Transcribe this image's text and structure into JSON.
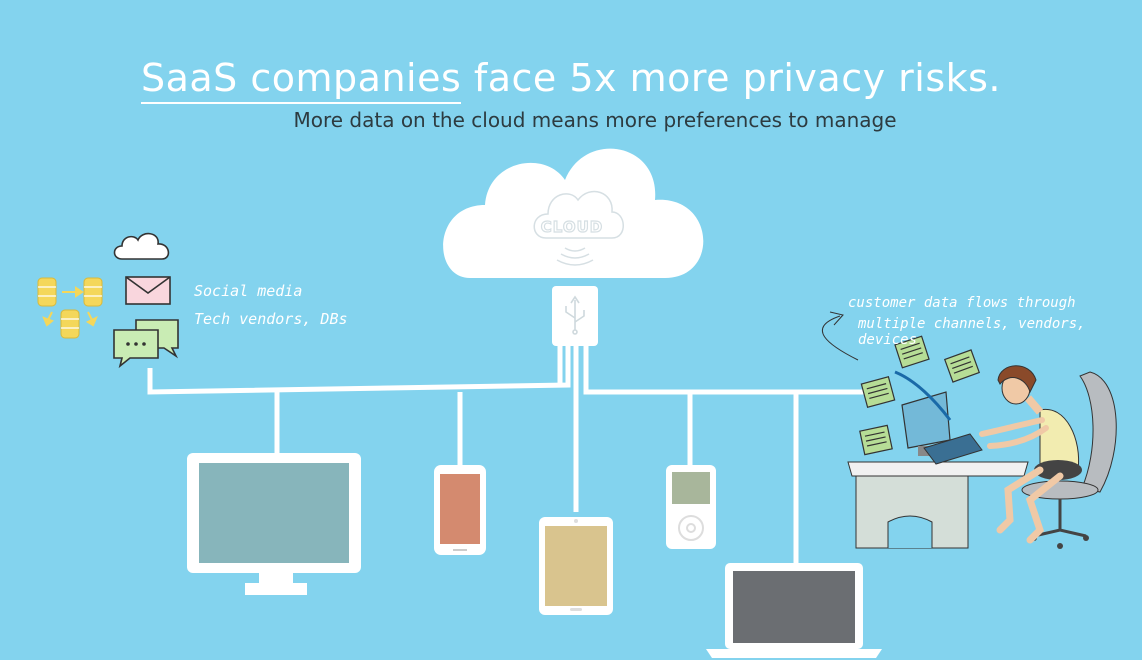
{
  "title": {
    "highlight": "SaaS companies",
    "rest": " face 5x more privacy risks."
  },
  "subtitle": "More data on the cloud means more preferences to manage",
  "cloud": {
    "label": "CLOUD"
  },
  "sources": {
    "social": "Social media",
    "tech": "Tech vendors, DBs"
  },
  "annotation": {
    "line1": "customer data flows through",
    "line2": "multiple channels, vendors, devices"
  },
  "colors": {
    "background": "#83d3ee",
    "connector": "#ffffff",
    "monitor_screen": "#87b5bb",
    "phone_screen": "#d48a6f",
    "tablet_screen": "#d9c48e",
    "ipod_screen": "#a8b69b",
    "laptop_screen": "#6b6e72",
    "docs": "#b6dd96"
  },
  "icons": [
    "database-icon",
    "cloud-outline-icon",
    "mail-icon",
    "chat-icon",
    "usb-icon",
    "curved-arrow-icon"
  ]
}
